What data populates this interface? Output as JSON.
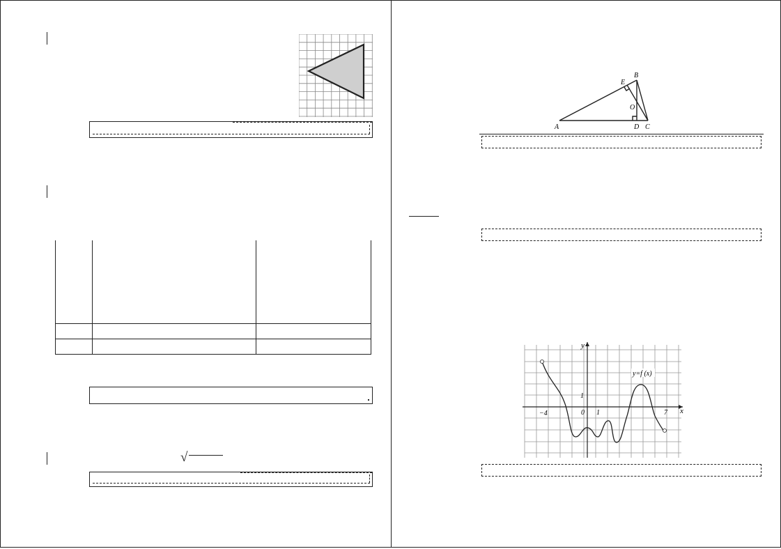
{
  "left": {
    "q1": {
      "grid": {
        "cols": 9,
        "rows": 10
      },
      "triangle": {
        "fill": "#cfcfcf"
      }
    },
    "q3": {
      "sqrt_symbol": "√"
    }
  },
  "right": {
    "geometry_figure": {
      "labels": {
        "A": "A",
        "B": "B",
        "C": "C",
        "D": "D",
        "E": "E",
        "O": "O"
      }
    },
    "graph_figure": {
      "axis_x_label": "x",
      "axis_y_label": "y",
      "tick_neg4": "−4",
      "tick_0": "0",
      "tick_1": "1",
      "tick_7": "7",
      "tick_y1": "1",
      "function_label": "y=f (x)"
    }
  },
  "colors": {
    "ink": "#222222",
    "shade": "#cfcfcf"
  }
}
